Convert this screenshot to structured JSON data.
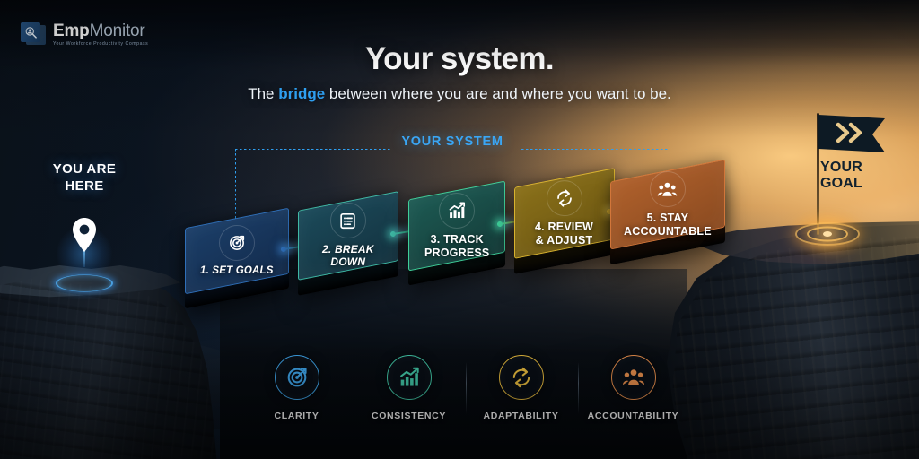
{
  "logo": {
    "name_bold": "Emp",
    "name_light": "Monitor",
    "tagline": "Your Workforce Productivity Compass",
    "icon": "magnifier-person-icon"
  },
  "headline": {
    "title": "Your system.",
    "subtitle_before": "The ",
    "subtitle_highlight": "bridge",
    "subtitle_after": " between where you are and where you want to be.",
    "highlight_color": "#2f9ff0"
  },
  "bracket": {
    "label": "YOUR SYSTEM",
    "color": "#3aa6f5"
  },
  "start_marker": {
    "line1": "YOU ARE",
    "line2": "HERE",
    "icon": "map-pin-icon",
    "color": "#ffffff",
    "glow_color": "#3c96eb"
  },
  "goal_marker": {
    "label": "YOUR\nGOAL",
    "flag_icon": "double-chevron-right-icon",
    "text_color": "#11212e",
    "ring_color": "#ffc460"
  },
  "steps": [
    {
      "number": "1.",
      "label": "1. SET GOALS",
      "icon": "target-icon",
      "color": "#2f6fb8",
      "fill_top": "#1b3e68",
      "fill_bottom": "#132b4c",
      "side": "#0c1c33",
      "italic": true
    },
    {
      "number": "2.",
      "label": "2. BREAK\nDOWN",
      "icon": "checklist-icon",
      "color": "#3fb9a6",
      "fill_top": "#1b4a5a",
      "fill_bottom": "#14323f",
      "side": "#0a1d26",
      "italic": true
    },
    {
      "number": "3.",
      "label": "3. TRACK\nPROGRESS",
      "icon": "bar-chart-icon",
      "color": "#3fcf9a",
      "fill_top": "#1d5a53",
      "fill_bottom": "#143b38",
      "side": "#0b211f",
      "italic": false
    },
    {
      "number": "4.",
      "label": "4. REVIEW\n& ADJUST",
      "icon": "refresh-cycle-icon",
      "color": "#d8b22e",
      "fill_top": "#8a7019",
      "fill_bottom": "#6a5512",
      "side": "#241d06",
      "italic": false
    },
    {
      "number": "5.",
      "label": "5. STAY\nACCOUNTABLE",
      "icon": "people-group-icon",
      "color": "#d2763a",
      "fill_top": "#b0612c",
      "fill_bottom": "#8a4a20",
      "side": "#2c1507",
      "italic": false
    }
  ],
  "values": [
    {
      "label": "CLARITY",
      "icon": "target-icon",
      "color": "#3c9ee0"
    },
    {
      "label": "CONSISTENCY",
      "icon": "bar-chart-icon",
      "color": "#3fbfa0"
    },
    {
      "label": "ADAPTABILITY",
      "icon": "refresh-cycle-icon",
      "color": "#e0b53c"
    },
    {
      "label": "ACCOUNTABILITY",
      "icon": "people-group-icon",
      "color": "#e08a4a"
    }
  ]
}
